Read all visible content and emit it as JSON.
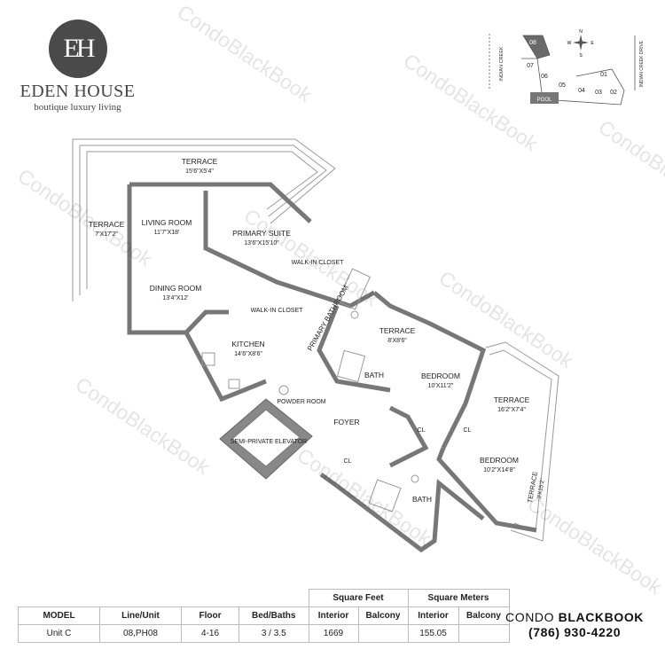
{
  "brand": {
    "monogram": "EH",
    "name": "EDEN HOUSE",
    "tagline": "boutique luxury living"
  },
  "watermark": "CondoBlackBook",
  "keyplan": {
    "street_left": "INDIAN CREEK",
    "street_right": "INDIAN CREEK DRIVE",
    "units": [
      "08",
      "07",
      "06",
      "05",
      "04",
      "03",
      "02",
      "01"
    ],
    "pool": "POOL",
    "compass": [
      "N",
      "S",
      "E",
      "W"
    ]
  },
  "floorplan": {
    "rooms": [
      {
        "name": "TERRACE",
        "dims": "15'6\"X5'4\""
      },
      {
        "name": "TERRACE",
        "dims": "7'X17'2\""
      },
      {
        "name": "LIVING ROOM",
        "dims": "11'7\"X18'"
      },
      {
        "name": "DINING ROOM",
        "dims": "13'4\"X12'"
      },
      {
        "name": "PRIMARY SUITE",
        "dims": "13'6\"X15'10\""
      },
      {
        "name": "KITCHEN",
        "dims": "14'6\"X8'6\""
      },
      {
        "name": "TERRACE",
        "dims": "8'X8'6\""
      },
      {
        "name": "BEDROOM",
        "dims": "10'X11'2\""
      },
      {
        "name": "TERRACE",
        "dims": "16'2\"X7'4\""
      },
      {
        "name": "BEDROOM",
        "dims": "10'2\"X14'8\""
      },
      {
        "name": "TERRACE",
        "dims": "3'X15'2\""
      }
    ],
    "labels": {
      "walkin_closet_1": "WALK-IN CLOSET",
      "walkin_closet_2": "WALK-IN CLOSET",
      "primary_bathroom": "PRIMARY BATHROOM",
      "bath_1": "BATH",
      "bath_2": "BATH",
      "powder_room": "POWDER ROOM",
      "elevator": "SEMI-PRIVATE ELEVATOR",
      "foyer": "FOYER",
      "cl": "CL"
    }
  },
  "specs": {
    "group_sqft": "Square Feet",
    "group_sqm": "Square Meters",
    "headers": [
      "MODEL",
      "Line/Unit",
      "Floor",
      "Bed/Baths",
      "Interior",
      "Balcony",
      "Interior",
      "Balcony"
    ],
    "row": [
      "Unit C",
      "08,PH08",
      "4-16",
      "3 / 3.5",
      "1669",
      "",
      "155.05",
      ""
    ]
  },
  "contact": {
    "brand_first": "CONDO",
    "brand_second": "BLACKBOOK",
    "phone": "(786) 930-4220"
  }
}
